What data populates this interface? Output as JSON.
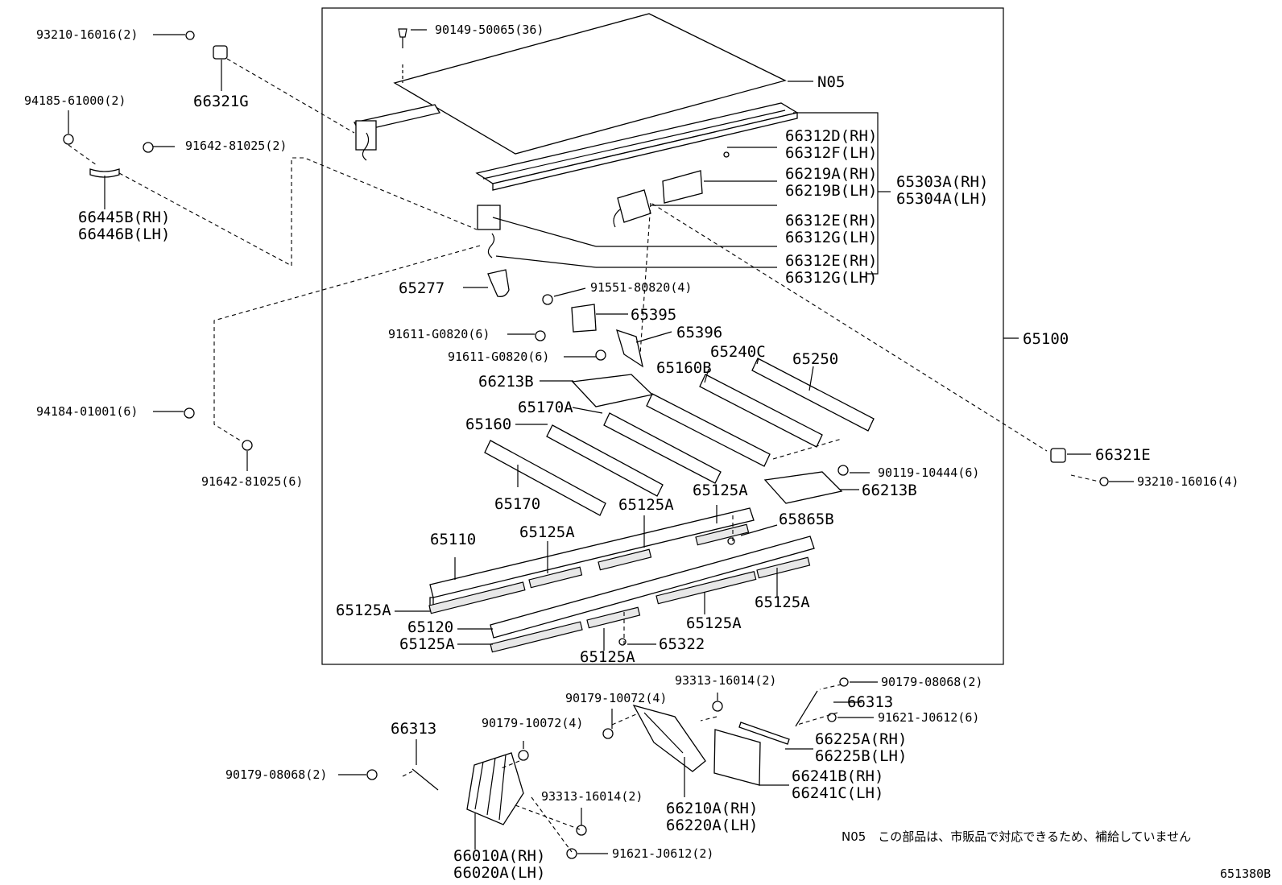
{
  "diagram": {
    "frame_label": "65100",
    "footer_code": "651380B",
    "note": "N05　この部品は、市販品で対応できるため、補給していません",
    "callouts": [
      {
        "id": "c1",
        "text": "93210-16016(2)"
      },
      {
        "id": "c2",
        "text": "66321G"
      },
      {
        "id": "c3",
        "text": "94185-61000(2)"
      },
      {
        "id": "c4",
        "text": "91642-81025(2)"
      },
      {
        "id": "c5a",
        "text": "66445B(RH)"
      },
      {
        "id": "c5b",
        "text": "66446B(LH)"
      },
      {
        "id": "c6",
        "text": "90149-50065(36)"
      },
      {
        "id": "c7",
        "text": "N05"
      },
      {
        "id": "c8a",
        "text": "66312D(RH)"
      },
      {
        "id": "c8b",
        "text": "66312F(LH)"
      },
      {
        "id": "c9a",
        "text": "66219A(RH)"
      },
      {
        "id": "c9b",
        "text": "66219B(LH)"
      },
      {
        "id": "c10a",
        "text": "65303A(RH)"
      },
      {
        "id": "c10b",
        "text": "65304A(LH)"
      },
      {
        "id": "c11a",
        "text": "66312E(RH)"
      },
      {
        "id": "c11b",
        "text": "66312G(LH)"
      },
      {
        "id": "c12a",
        "text": "66312E(RH)"
      },
      {
        "id": "c12b",
        "text": "66312G(LH)"
      },
      {
        "id": "c13",
        "text": "65277"
      },
      {
        "id": "c14",
        "text": "91551-80820(4)"
      },
      {
        "id": "c15",
        "text": "65395"
      },
      {
        "id": "c16",
        "text": "91611-G0820(6)"
      },
      {
        "id": "c17",
        "text": "65396"
      },
      {
        "id": "c18",
        "text": "91611-G0820(6)"
      },
      {
        "id": "c19",
        "text": "65240C"
      },
      {
        "id": "c20",
        "text": "65250"
      },
      {
        "id": "c21",
        "text": "65160B"
      },
      {
        "id": "c22",
        "text": "66213B"
      },
      {
        "id": "c23",
        "text": "65170A"
      },
      {
        "id": "c24",
        "text": "65160"
      },
      {
        "id": "c25",
        "text": "94184-01001(6)"
      },
      {
        "id": "c26",
        "text": "91642-81025(6)"
      },
      {
        "id": "c27",
        "text": "65170"
      },
      {
        "id": "c28",
        "text": "90119-10444(6)"
      },
      {
        "id": "c29",
        "text": "66213B"
      },
      {
        "id": "c30",
        "text": "66321E"
      },
      {
        "id": "c31",
        "text": "93210-16016(4)"
      },
      {
        "id": "c32",
        "text": "65125A"
      },
      {
        "id": "c33",
        "text": "65125A"
      },
      {
        "id": "c34",
        "text": "65865B"
      },
      {
        "id": "c35",
        "text": "65110"
      },
      {
        "id": "c36",
        "text": "65125A"
      },
      {
        "id": "c37",
        "text": "65125A"
      },
      {
        "id": "c38",
        "text": "65120"
      },
      {
        "id": "c39",
        "text": "65125A"
      },
      {
        "id": "c40",
        "text": "65125A"
      },
      {
        "id": "c41",
        "text": "65125A"
      },
      {
        "id": "c42",
        "text": "65322"
      },
      {
        "id": "c43",
        "text": "65125A"
      },
      {
        "id": "c44",
        "text": "93313-16014(2)"
      },
      {
        "id": "c45",
        "text": "90179-08068(2)"
      },
      {
        "id": "c46",
        "text": "90179-10072(4)"
      },
      {
        "id": "c47",
        "text": "66313"
      },
      {
        "id": "c48",
        "text": "91621-J0612(6)"
      },
      {
        "id": "c49a",
        "text": "66225A(RH)"
      },
      {
        "id": "c49b",
        "text": "66225B(LH)"
      },
      {
        "id": "c50a",
        "text": "66241B(RH)"
      },
      {
        "id": "c50b",
        "text": "66241C(LH)"
      },
      {
        "id": "c51a",
        "text": "66210A(RH)"
      },
      {
        "id": "c51b",
        "text": "66220A(LH)"
      },
      {
        "id": "c52",
        "text": "66313"
      },
      {
        "id": "c53",
        "text": "90179-10072(4)"
      },
      {
        "id": "c54",
        "text": "90179-08068(2)"
      },
      {
        "id": "c55",
        "text": "93313-16014(2)"
      },
      {
        "id": "c56",
        "text": "91621-J0612(2)"
      },
      {
        "id": "c57a",
        "text": "66010A(RH)"
      },
      {
        "id": "c57b",
        "text": "66020A(LH)"
      }
    ]
  }
}
